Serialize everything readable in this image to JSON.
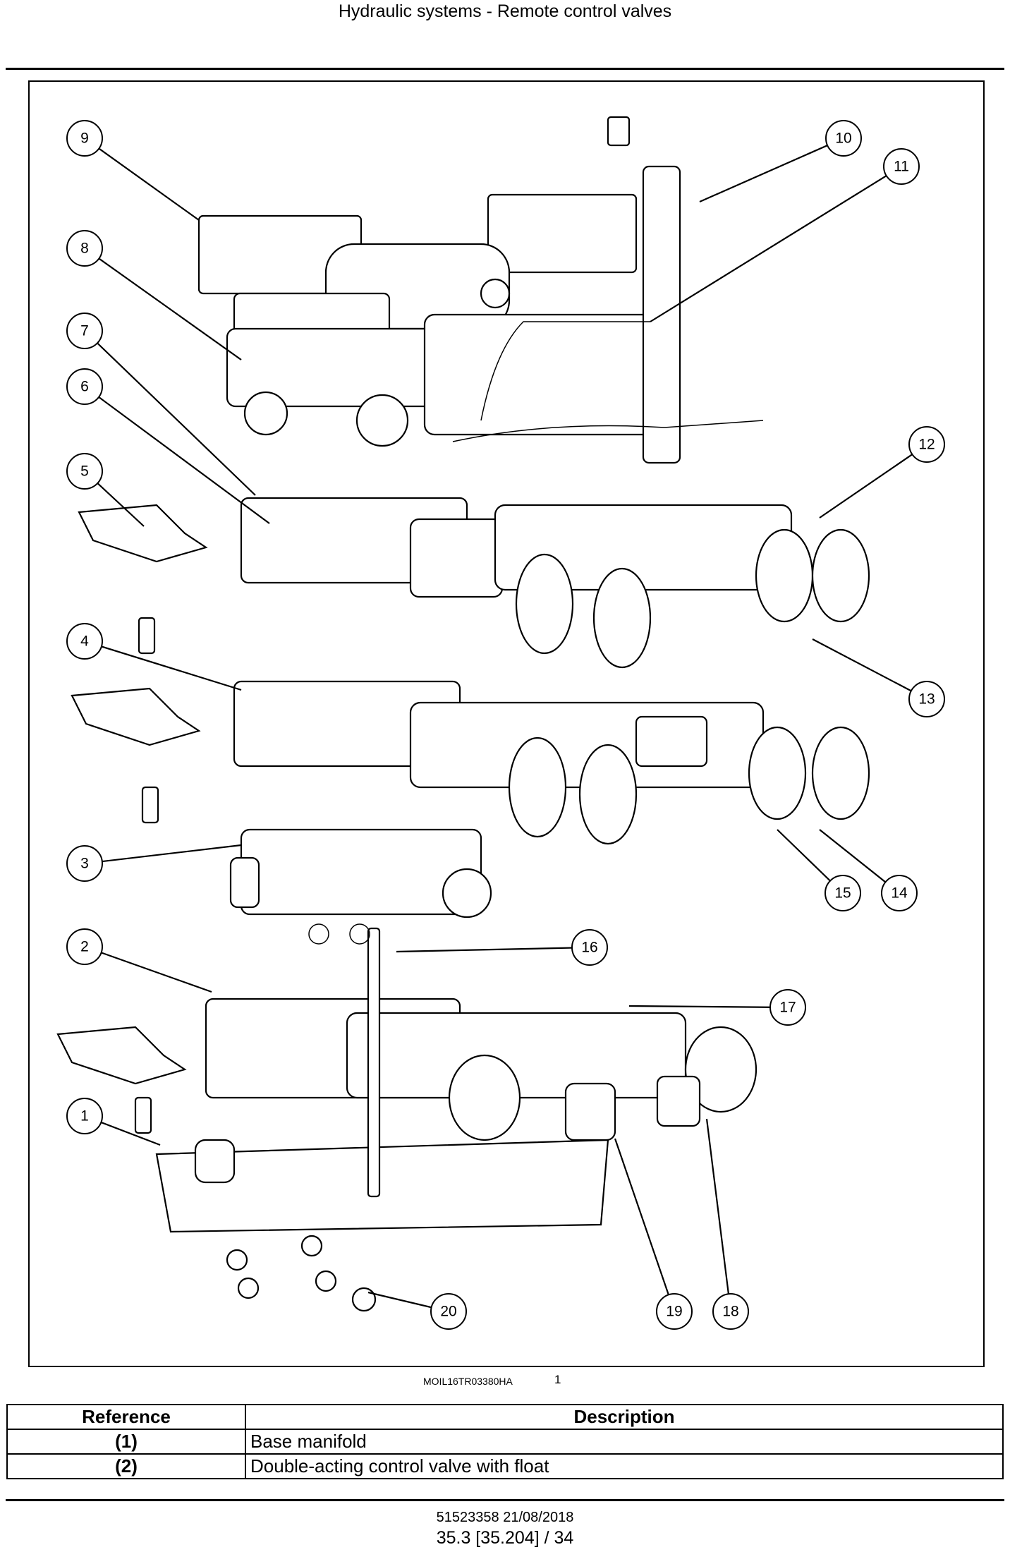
{
  "header": {
    "title": "Hydraulic systems - Remote control valves"
  },
  "figure": {
    "code": "MOIL16TR03380HA",
    "number": "1",
    "callouts": [
      "1",
      "2",
      "3",
      "4",
      "5",
      "6",
      "7",
      "8",
      "9",
      "10",
      "11",
      "12",
      "13",
      "14",
      "15",
      "16",
      "17",
      "18",
      "19",
      "20"
    ]
  },
  "table": {
    "headers": {
      "reference": "Reference",
      "description": "Description"
    },
    "rows": [
      {
        "reference": "(1)",
        "description": "Base manifold"
      },
      {
        "reference": "(2)",
        "description": "Double-acting control valve with float"
      }
    ]
  },
  "footer": {
    "doc_code": "51523358 21/08/2018",
    "page": "35.3 [35.204] / 34"
  }
}
